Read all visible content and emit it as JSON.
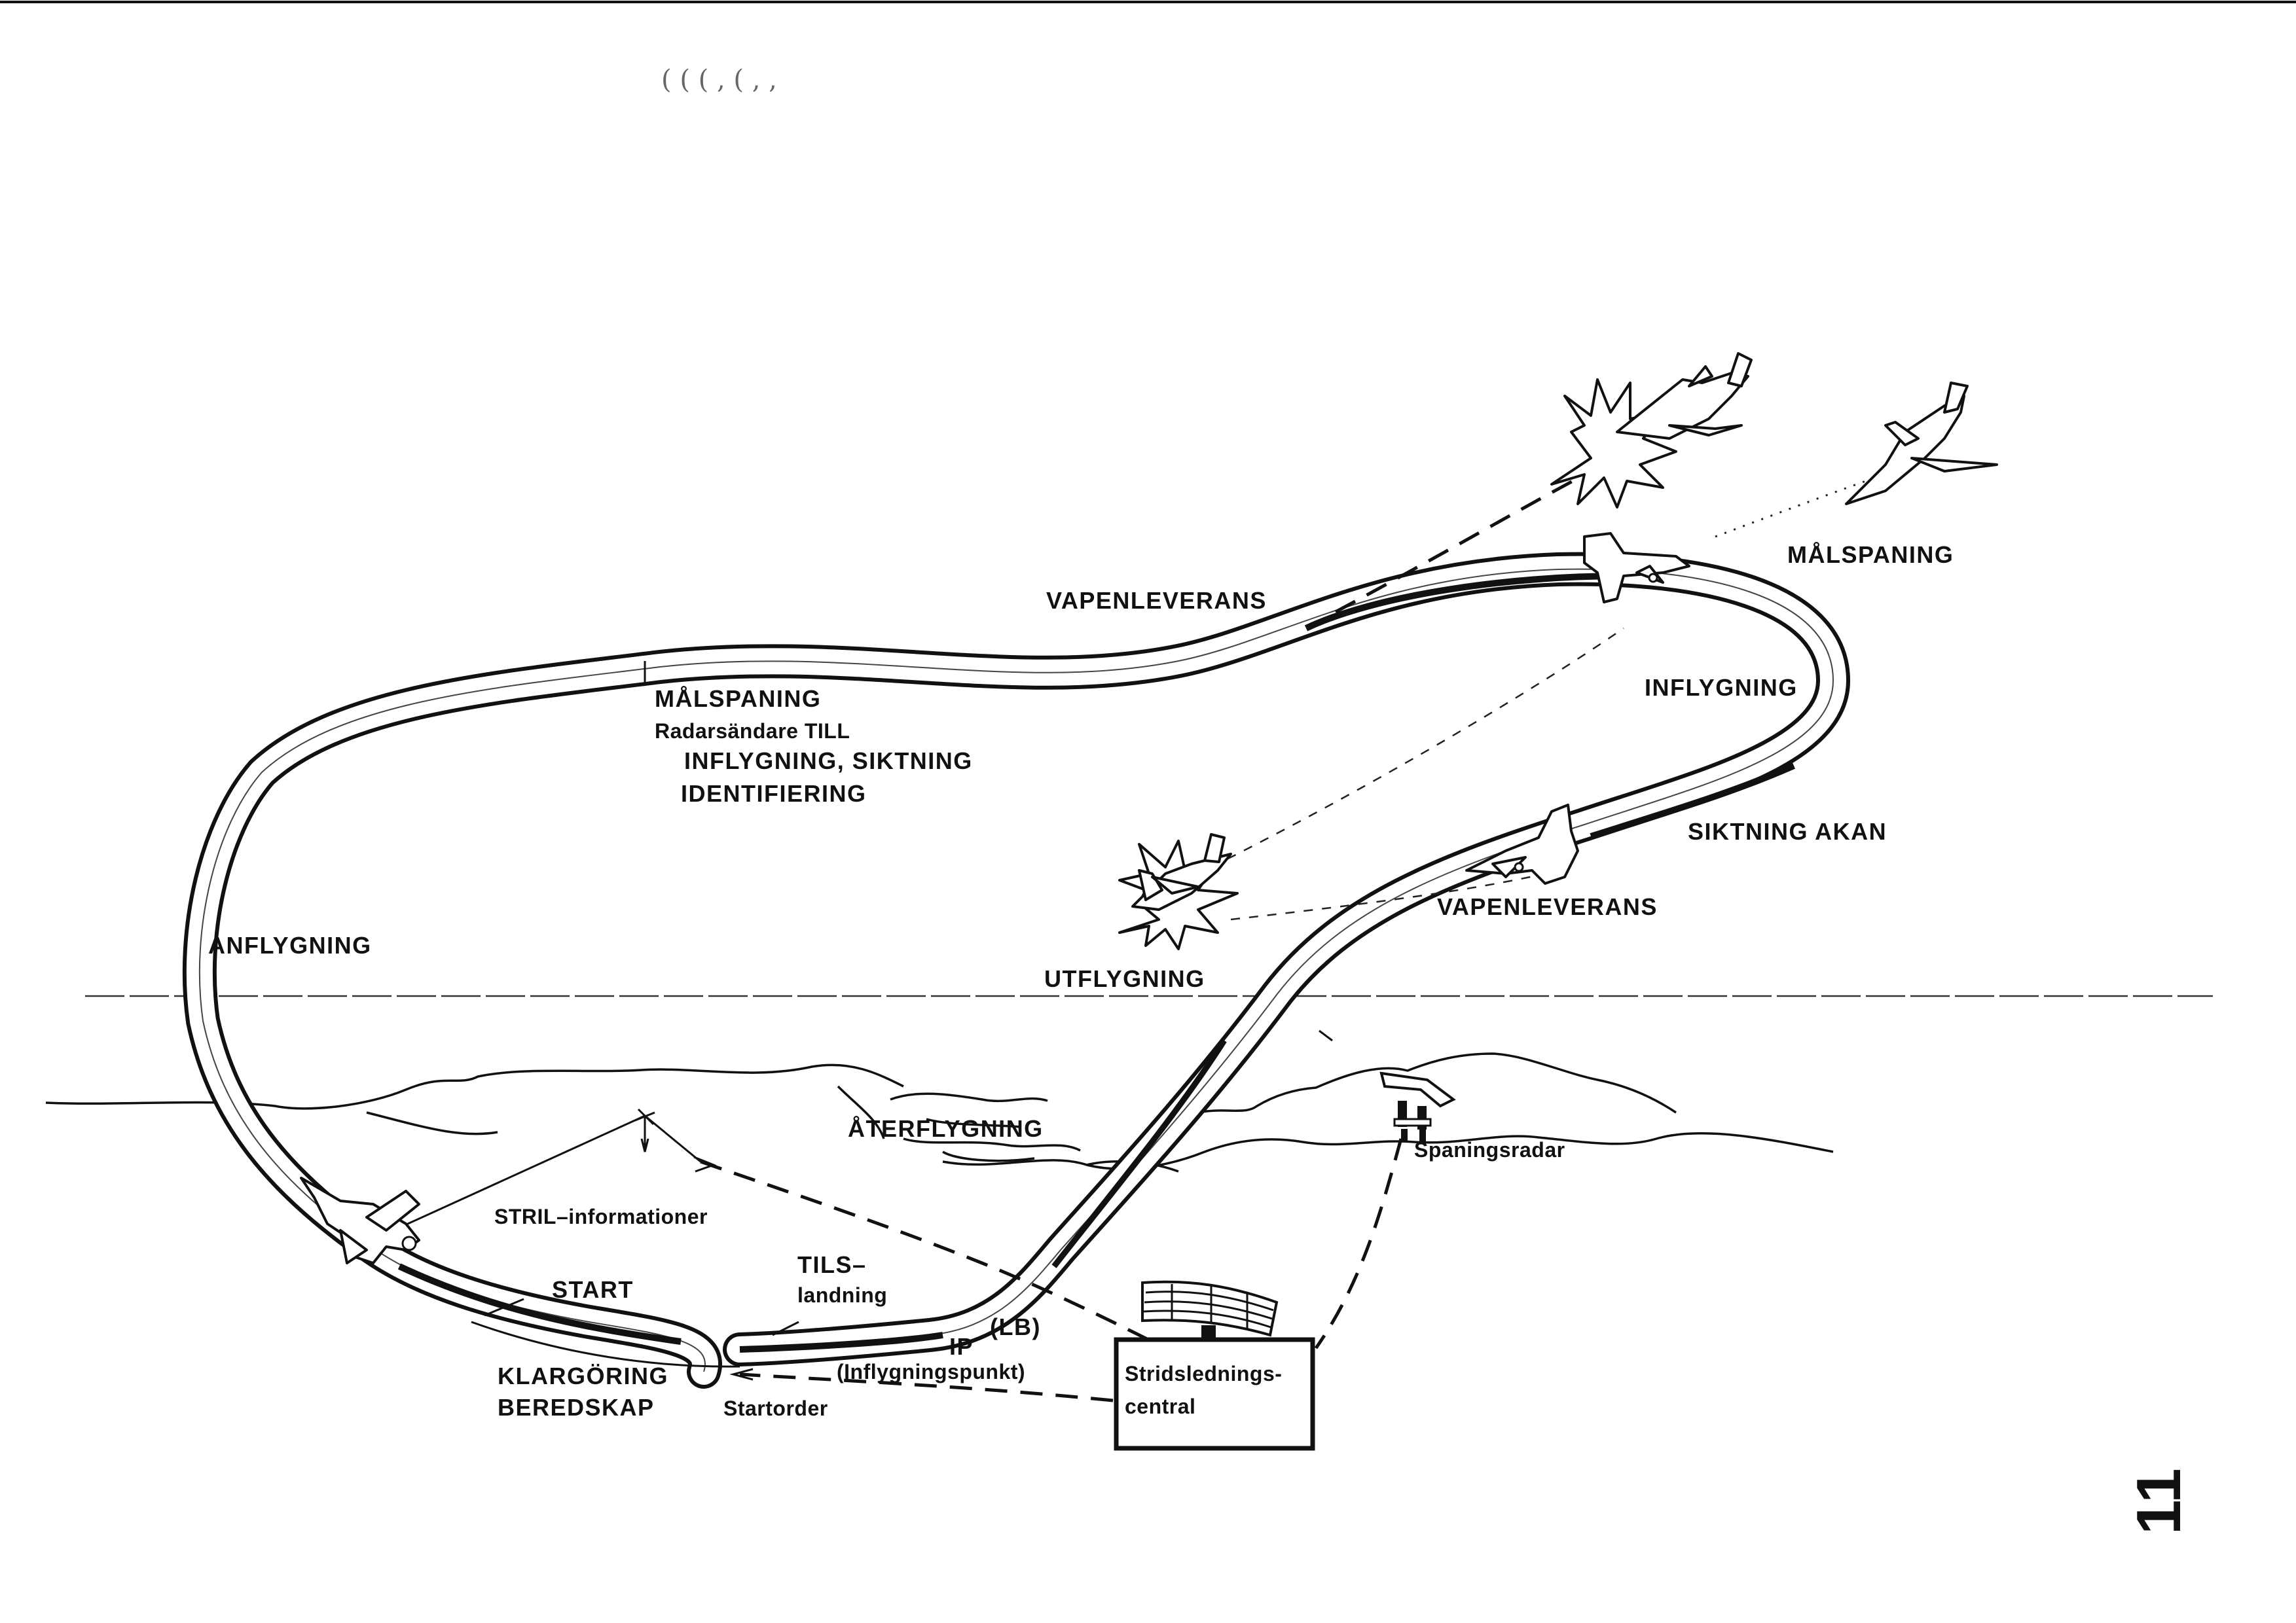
{
  "header_marks": "( (   ( ,        ( ,   ,",
  "page_number": "11",
  "labels": {
    "vapenleverans_top": "VAPENLEVERANS",
    "malspaning_right": "MÅLSPANING",
    "inflygning": "INFLYGNING",
    "siktning_akan": "SIKTNING AKAN",
    "vapenleverans_mid": "VAPENLEVERANS",
    "utflygning": "UTFLYGNING",
    "aterflygning": "ÅTERFLYGNING",
    "anflygning": "ANFLYGNING",
    "malspaning_left": "MÅLSPANING",
    "radarsandare": "Radarsändare TILL",
    "inflygning_siktning": "INFLYGNING, SIKTNING",
    "identifiering": "IDENTIFIERING",
    "stril": "STRIL–informationer",
    "start": "START",
    "tils": "TILS–",
    "landning": "landning",
    "lb": "(LB)",
    "ip": "IP",
    "inflygningspunkt": "(Inflygningspunkt)",
    "klargoring": "KLARGÖRING",
    "beredskap": "BEREDSKAP",
    "startorder": "Startorder",
    "stridsledning_1": "Stridslednings-",
    "stridsledning_2": "central",
    "spaningsradar": "Spaningsradar"
  },
  "colors": {
    "ink": "#111111",
    "paper": "#ffffff"
  }
}
